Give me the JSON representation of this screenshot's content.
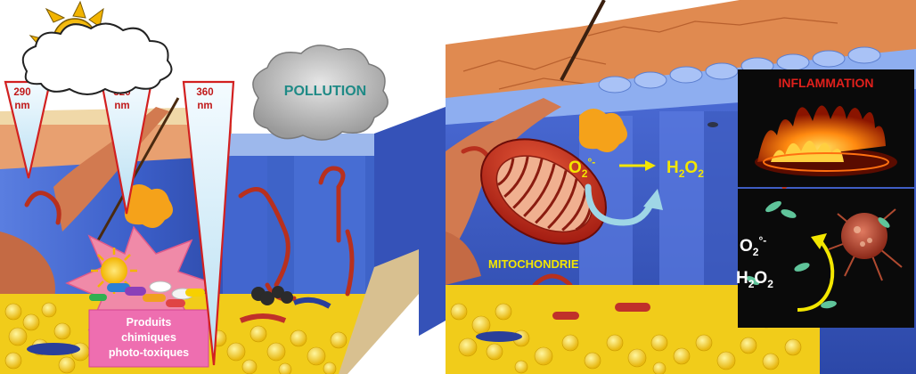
{
  "left": {
    "wavelengths": [
      {
        "value": "290",
        "unit": "nm"
      },
      {
        "value": "320",
        "unit": "nm"
      },
      {
        "value": "360",
        "unit": "nm"
      }
    ],
    "pollution_label": "POLLUTION",
    "phototoxic_label": [
      "Produits",
      "chimiques",
      "photo-toxiques"
    ]
  },
  "right": {
    "inflammation_label": "INFLAMMATION",
    "mitochondria_label": "MITOCHONDRIE",
    "reaction": {
      "from": "O",
      "from_sub": "2",
      "from_sup": "°-",
      "to": "H",
      "to_sub1": "2",
      "to_mid": "O",
      "to_sub2": "2"
    },
    "macrophage_species": {
      "line1": "O",
      "line1_sub": "2",
      "line1_sup": "°-",
      "line2": "H",
      "line2_sub1": "2",
      "line2_mid": "O",
      "line2_sub2": "2"
    }
  },
  "colors": {
    "uv_border": "#d22020",
    "uv_fill": "#cde8f5",
    "dermis_blue": "#3a5cc4",
    "fat_yellow": "#f5d21a",
    "skin_orange": "#e0884a",
    "label_yellow": "#f3e600",
    "inflammation_red": "#e0201c",
    "phototoxic_pink": "#e65aa8"
  }
}
